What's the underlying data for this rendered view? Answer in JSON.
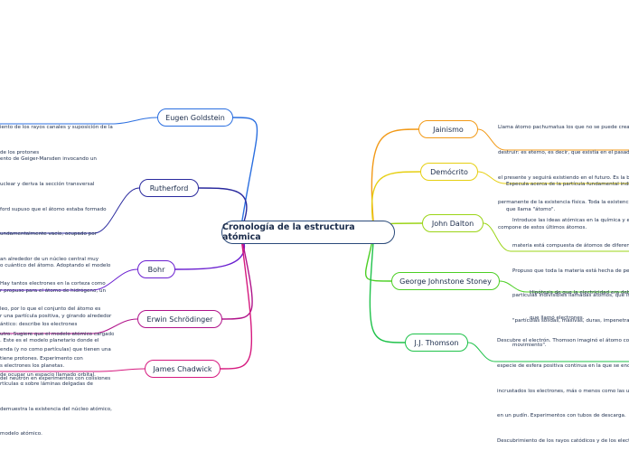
{
  "central": {
    "title": "Cronología de la estructura atómica",
    "color": "#2b4a7a"
  },
  "left_branches": [
    {
      "key": "goldstein",
      "label": "Eugen Goldstein",
      "color": "#2b6fe0",
      "description": [
        "iento de los rayos canales y suposición de la",
        "de los protones"
      ]
    },
    {
      "key": "rutherford",
      "label": "Rutherford",
      "color": "#2a2a9e",
      "description": [
        "ento de Geiger-Marsden invocando un",
        "uclear y deriva la sección transversal",
        "ford supuso que el átomo estaba formado",
        "undamentalmente vacío, ocupado por",
        "an alrededor de un núcleo central muy",
        "Hay tantos electrones en la corteza como",
        "leo, por lo que el conjunto del átomo es",
        "utro. Sugiere que el modelo atómico cargado",
        "tiene protones. Experimento con",
        "rtículas α sobre láminas delgadas de",
        "demuestra la existencia del núcleo atómico,",
        "modelo atómico."
      ]
    },
    {
      "key": "bohr",
      "label": "Bohr",
      "color": "#6a1fd0",
      "description": [
        "o cuántico del átomo. Adoptando el modelo",
        "r propuso para el átomo de hidrógeno, un",
        "r una partícula positiva, y girando alrededor",
        ". Este es el modelo planetario donde el",
        "s electrones los planetas."
      ]
    },
    {
      "key": "schrodinger",
      "label": "Erwin Schrödinger",
      "color": "#b0138a",
      "description": [
        "ántico: describe los electrones",
        "enda (y no como partículas) que tienen una",
        "de ocupar un espacio llamado orbital."
      ]
    },
    {
      "key": "chadwick",
      "label": "James Chadwick",
      "color": "#d61a7f",
      "description": [
        "del neutrón en experimentos con colisiones"
      ]
    }
  ],
  "right_branches": [
    {
      "key": "jainismo",
      "label": "Jainismo",
      "color": "#f29a18",
      "description": [
        "Llama átomo pachumatua los que no se puede crear",
        "destruir: es eterno, es decir, que existía en el pasado",
        "el presente y seguirá existiendo en el futuro. Es la ba",
        "permanente de la existencia física. Toda la existencia",
        "compone de estos últimos átomos."
      ]
    },
    {
      "key": "democrito",
      "label": "Demócrito",
      "color": "#e6cf12",
      "description": [
        "Especula acerca de la partícula fundamental indiv",
        "que llama \"átomo\"."
      ]
    },
    {
      "key": "dalton",
      "label": "John Dalton",
      "color": "#9bd417",
      "description": [
        "Introduce las ideas atómicas en la química y es",
        "materia está compuesta de átomos de diferente",
        "Propuso que toda la materia está hecha de peq",
        "partículas indivisibles llamadas átomos, que in",
        "\"partículas sólidas, masivas, duras, impenetrab",
        "movimiento\"."
      ]
    },
    {
      "key": "stoney",
      "label": "George Johnstone Stoney",
      "color": "#4ccf24",
      "description": [
        "Hipótesis de que la electricidad era deb",
        "que llamó electrones."
      ]
    },
    {
      "key": "thomson",
      "label": "J.J. Thomson",
      "color": "#1fc24a",
      "description": [
        "Descubre el electrón. Thomson imaginó el átomo co",
        "especie de esfera positiva continua en la que se enc",
        "incrustados los electrones, más o menos como las u",
        "en un pudín. Experimentos con tubos de descarga.",
        "Descubrimiento de los rayos catódicos y de los elect"
      ]
    }
  ]
}
